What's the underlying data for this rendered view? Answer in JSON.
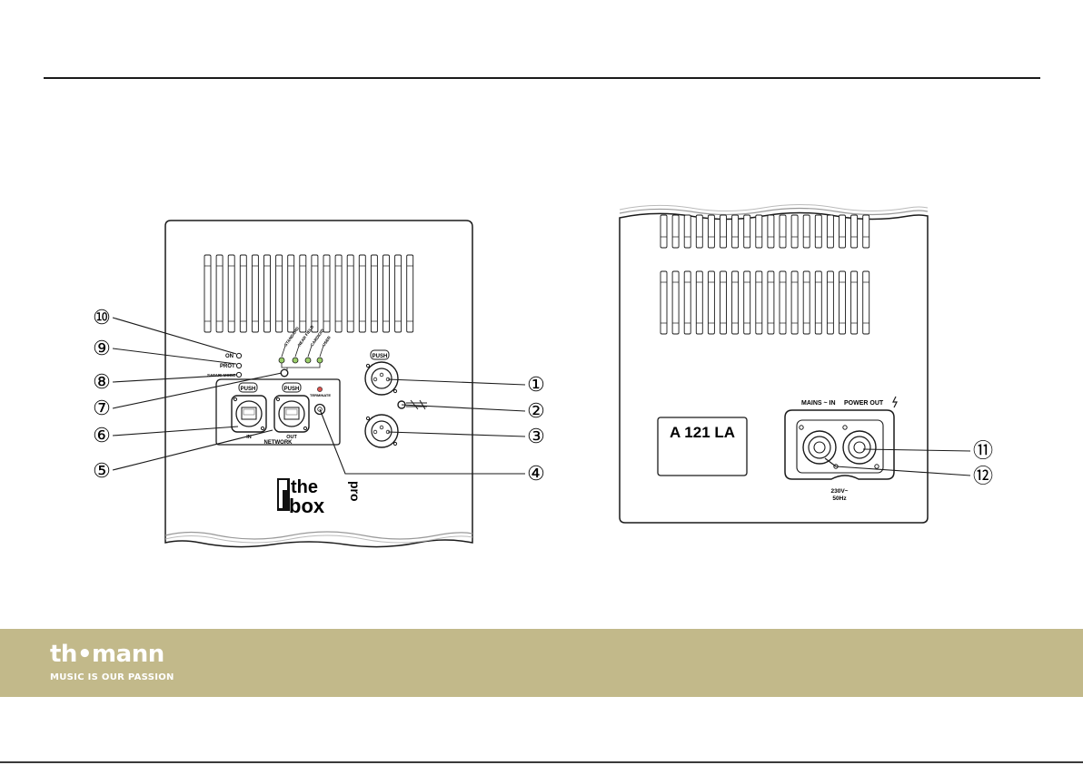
{
  "left_panel": {
    "led_labels": [
      "ON",
      "PROT",
      "SAFARI MODE"
    ],
    "mode_labels": [
      "STANDARD",
      "NEAR FIELD",
      "CARDIOID",
      "USER"
    ],
    "push_labels": [
      "PUSH",
      "PUSH",
      "PUSH"
    ],
    "terminate_label": "TERMINATE",
    "port_in_label": "IN",
    "port_out_label": "OUT",
    "network_label": "NETWORK",
    "brand_the": "the",
    "brand_box": "box",
    "brand_pro": "pro"
  },
  "right_panel": {
    "model_plate": "A 121 LA",
    "mains_in_label": "MAINS ~ IN",
    "power_out_label": "POWER OUT",
    "voltage_label": "230V~",
    "freq_label": "50Hz"
  },
  "callouts": [
    "①",
    "②",
    "③",
    "④",
    "⑤",
    "⑥",
    "⑦",
    "⑧",
    "⑨",
    "⑩",
    "⑪",
    "⑫"
  ],
  "footer": {
    "logo": "th•mann",
    "tagline": "MUSIC IS OUR PASSION"
  },
  "colors": {
    "footer_bg": "#c2b98a",
    "led_green": "#9bcf6a",
    "led_red": "#d9534f",
    "line": "#1a1a1a"
  }
}
